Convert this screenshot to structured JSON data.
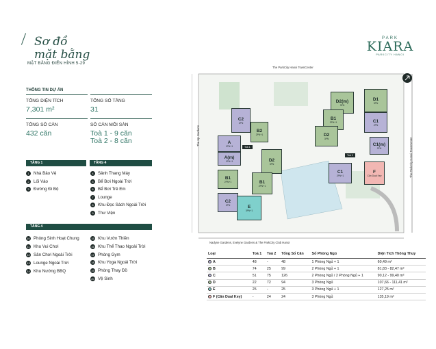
{
  "header": {
    "title_line1": "Sơ đồ",
    "title_line2": "mặt bằng",
    "subtitle": "MẶT BẰNG ĐIỂN HÌNH 5-29",
    "brand_top": "PARK",
    "brand_main": "KIARA",
    "brand_sub": "PARKCITY HANOI"
  },
  "project": {
    "heading": "THÔNG TIN DỰ ÁN",
    "area_label": "TỔNG DIỆN TÍCH",
    "area_value": "7,301 m²",
    "floors_label": "TỔNG SỐ TẦNG",
    "floors_value": "31",
    "units_label": "TỔNG SỐ CĂN",
    "units_value": "432 căn",
    "per_floor_label": "SỐ CĂN MỖI SÀN",
    "per_floor_line1": "Toà 1 - 9 căn",
    "per_floor_line2": "Toà 2 - 8 căn"
  },
  "legend": {
    "floor1_title": "TẦNG 1",
    "floor1_items": [
      {
        "num": "1",
        "label": "Nhà Bảo Vệ"
      },
      {
        "num": "2",
        "label": "Lối Vào"
      },
      {
        "num": "3",
        "label": "Đường Đi Bộ"
      }
    ],
    "floor4a_title": "TẦNG 4",
    "floor4a_items": [
      {
        "num": "4",
        "label": "Sảnh Thang Máy"
      },
      {
        "num": "5",
        "label": "Bể Bơi Ngoài Trời"
      },
      {
        "num": "6",
        "label": "Bể Bơi Trẻ Em"
      },
      {
        "num": "7",
        "label": "Lounge"
      },
      {
        "num": "8",
        "label": "Khu Đọc Sách Ngoài Trời"
      },
      {
        "num": "9",
        "label": "Thư Viện"
      }
    ],
    "floor4b_title": "TẦNG 4",
    "floor4b_left": [
      {
        "num": "10",
        "label": "Phòng Sinh Hoạt Chung"
      },
      {
        "num": "11",
        "label": "Khu Vui Chơi"
      },
      {
        "num": "12",
        "label": "Sân Chơi Ngoài Trời"
      },
      {
        "num": "13",
        "label": "Lounge Ngoài Trời"
      },
      {
        "num": "14",
        "label": "Khu Nướng BBQ"
      }
    ],
    "floor4b_right": [
      {
        "num": "15",
        "label": "Khu Vườn Thiền"
      },
      {
        "num": "16",
        "label": "Khu Thể Thao Ngoài Trời"
      },
      {
        "num": "17",
        "label": "Phòng Gym"
      },
      {
        "num": "18",
        "label": "Khu Yoga Ngoài Trời"
      },
      {
        "num": "19",
        "label": "Phòng Thay Đồ"
      },
      {
        "num": "20",
        "label": "Vệ Sinh"
      }
    ]
  },
  "map": {
    "top_road": "The ParkCity Hanoi TownCenter",
    "right_road": "The ParkCity Hanoi TownCenter",
    "left_road": "The Up Gardens",
    "bottom_road": "Nadyne Gardens, Evelyne Gardens & The ParkCity Club Hanoi",
    "tower1_tag": "Toà 1",
    "tower2_tag": "Toà 2",
    "buildings": [
      {
        "name": "C2",
        "sub": "2PN"
      },
      {
        "name": "B2",
        "sub": "2PN+1"
      },
      {
        "name": "A",
        "sub": "1PN+1"
      },
      {
        "name": "A(m)",
        "sub": "1PN+1"
      },
      {
        "name": "D2",
        "sub": "3PN"
      },
      {
        "name": "B1",
        "sub": "2PN+1"
      },
      {
        "name": "B1",
        "sub": "2PN+1"
      },
      {
        "name": "C2",
        "sub": "2PN"
      },
      {
        "name": "E",
        "sub": "3PN+1"
      },
      {
        "name": "D2(m)",
        "sub": "3PN"
      },
      {
        "name": "B1",
        "sub": "2PN+1"
      },
      {
        "name": "D2",
        "sub": "3PN"
      },
      {
        "name": "D1",
        "sub": "3PN"
      },
      {
        "name": "C1",
        "sub": "2PN"
      },
      {
        "name": "C1(m)",
        "sub": "2PN"
      },
      {
        "name": "C1",
        "sub": "2PN+1"
      },
      {
        "name": "F",
        "sub": "Căn Dual Key"
      }
    ],
    "colors": {
      "purple": "#b6b2d6",
      "green": "#a9c59a",
      "teal": "#7fd0cc",
      "pink": "#f2b7b3",
      "grass": "#cfe3cf",
      "pool": "#cfe6ee"
    }
  },
  "table": {
    "headers": [
      "Loại",
      "Toà 1",
      "Toà 2",
      "Tổng Số Căn",
      "Số Phòng Ngủ",
      "Diện Tích Thông Thuỷ"
    ],
    "rows": [
      {
        "type": "A",
        "t1": "48",
        "t2": "-",
        "total": "48",
        "beds": "1 Phòng Ngủ + 1",
        "area": "60,49 m²",
        "color": "#b6b2d6"
      },
      {
        "type": "B",
        "t1": "74",
        "t2": "25",
        "total": "99",
        "beds": "2 Phòng Ngủ + 1",
        "area": "81,83 - 82,47 m²",
        "color": "#a9c59a"
      },
      {
        "type": "C",
        "t1": "51",
        "t2": "75",
        "total": "126",
        "beds": "2 Phòng Ngủ / 2 Phòng Ngủ + 1",
        "area": "90,12 - 99,40 m²",
        "color": "#b6b2d6"
      },
      {
        "type": "D",
        "t1": "22",
        "t2": "72",
        "total": "94",
        "beds": "3 Phòng Ngủ",
        "area": "107,66 - 111,41 m²",
        "color": "#a9c59a"
      },
      {
        "type": "E",
        "t1": "25",
        "t2": "-",
        "total": "25",
        "beds": "3 Phòng Ngủ + 1",
        "area": "127,25 m²",
        "color": "#7fd0cc"
      },
      {
        "type": "F (Căn Dual Key)",
        "t1": "-",
        "t2": "24",
        "total": "24",
        "beds": "3 Phòng Ngủ",
        "area": "135,19 m²",
        "color": "#f2b7b3"
      }
    ]
  }
}
